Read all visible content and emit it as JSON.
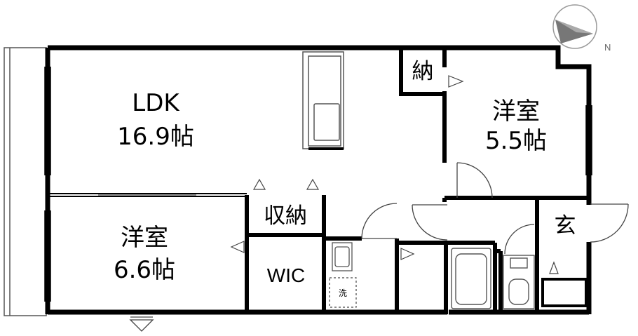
{
  "rooms": {
    "ldk": {
      "name": "LDK",
      "size": "16.9帖"
    },
    "western_a": {
      "name": "洋室",
      "size": "5.5帖"
    },
    "western_b": {
      "name": "洋室",
      "size": "6.6帖"
    },
    "storage_small": {
      "name": "納"
    },
    "storage": {
      "name": "収納"
    },
    "wic": {
      "name": "WIC"
    },
    "entrance": {
      "name": "玄"
    },
    "washer": {
      "name": "洗"
    }
  },
  "compass": {
    "north_label": "N"
  },
  "colors": {
    "wall": "#000000",
    "fixture": "#555555",
    "background": "#ffffff"
  }
}
